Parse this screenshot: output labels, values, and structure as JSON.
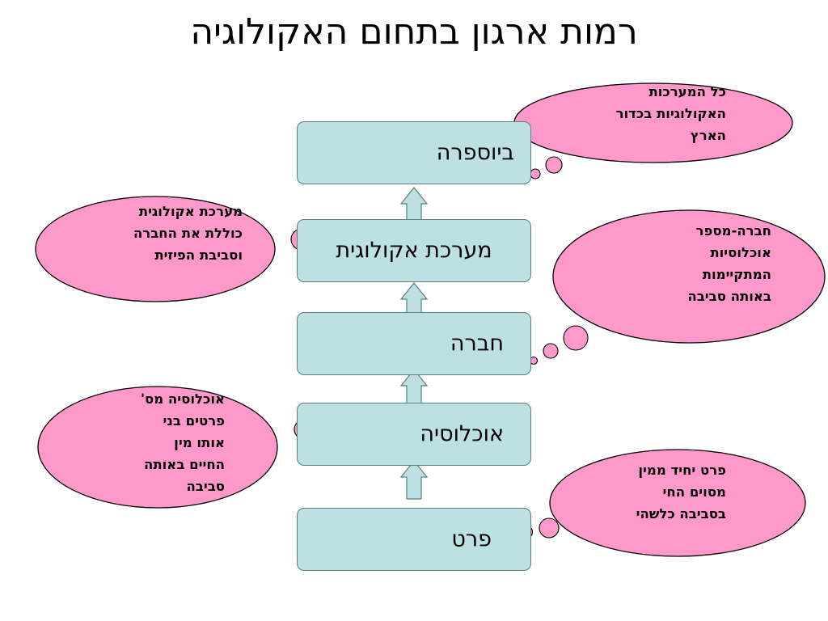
{
  "title": "רמות ארגון בתחום האקולוגיה",
  "levels": {
    "biosphere": "ביוספרה",
    "ecosystem": "מערכת אקולוגית",
    "community": "חברה",
    "population": "אוכלוסיה",
    "individual": "פרט"
  },
  "clouds": {
    "biosphere": "כל המערכות\nהאקולוגיות בכדור\nהארץ",
    "ecosystem": "מערכת אקולוגית\nכוללת את החברה\nוסביבת הפיזית",
    "community": "חברה-מספר\nאוכלוסיות\nהמתקיימות\nבאותה סביבה",
    "population": "אוכלוסיה מס'\nפרטים בני\nאותו מין\nהחיים באותה\nסביבה",
    "individual": "פרט יחיד ממין\nמסוים החי\nבסביבה כלשהי"
  },
  "colors": {
    "level_fill": "#bde0e3",
    "level_border": "#5b7f83",
    "cloud_fill": "#ff99cc",
    "cloud_border": "#000000",
    "arrow_fill": "#bde0e3",
    "arrow_border": "#5b7f83"
  }
}
